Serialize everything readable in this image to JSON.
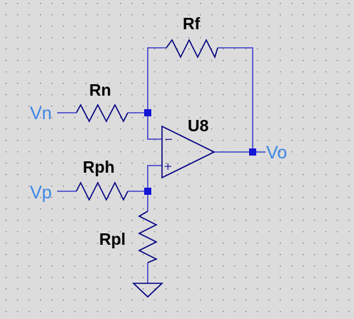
{
  "colors": {
    "background": "#dcdcdc",
    "grid_dot": "#6e6e6e",
    "wire": "#1c1ccc",
    "component": "#000080",
    "node": "#1515d6",
    "net_label": "#3c86e4",
    "component_label": "#000000"
  },
  "components": {
    "rf": "Rf",
    "rn": "Rn",
    "rph": "Rph",
    "rpl": "Rpl",
    "opamp": "U8"
  },
  "nets": {
    "vn": "Vn",
    "vp": "Vp",
    "vo": "Vo"
  },
  "opamp_pins": {
    "inverting": "−",
    "noninverting": "+"
  }
}
